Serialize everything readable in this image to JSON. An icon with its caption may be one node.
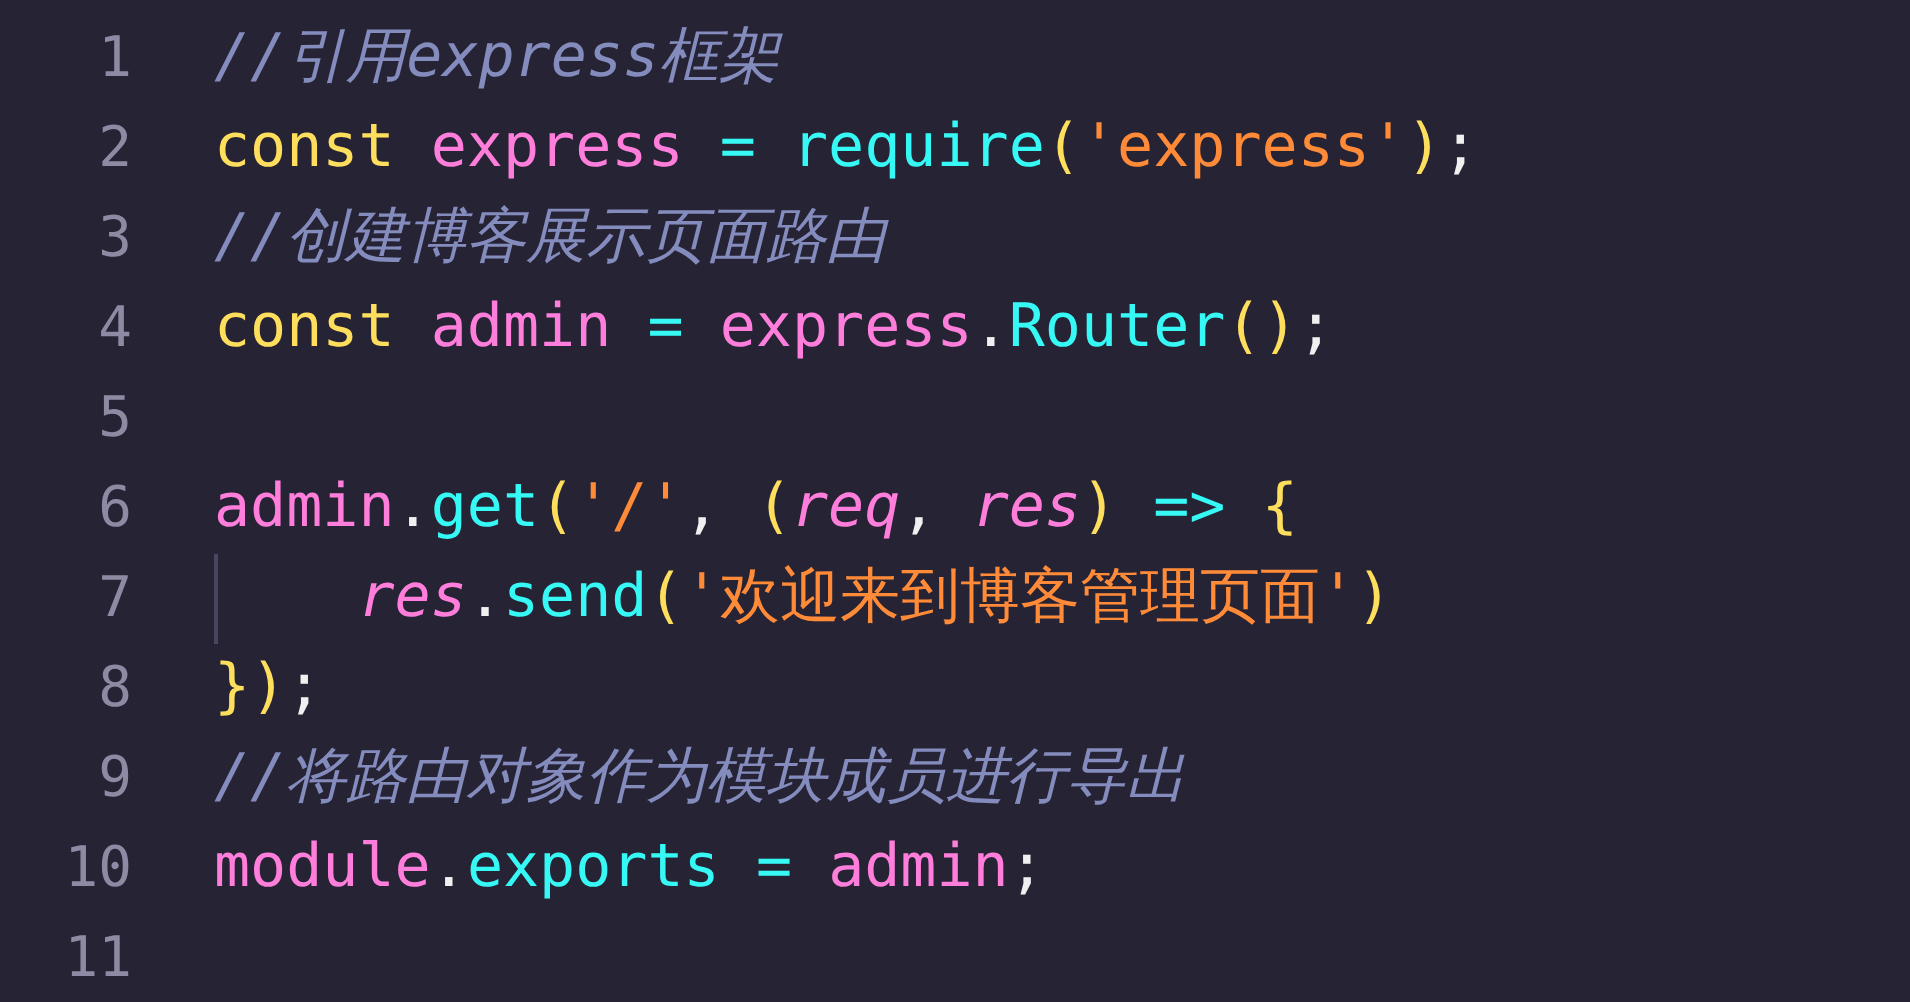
{
  "diagram": {
    "labels": [
      "1",
      "//引用express框架",
      "2",
      "const express = require('express');",
      "3",
      "//创建博客展示页面路由",
      "4",
      "const admin = express.Router();",
      "5",
      "6",
      "admin.get('/', (req, res) => {",
      "7",
      "    res.send('欢迎来到博客管理页面')",
      "8",
      "});",
      "9",
      "//将路由对象作为模块成员进行导出",
      "10",
      "module.exports = admin;",
      "11"
    ]
  }
}
